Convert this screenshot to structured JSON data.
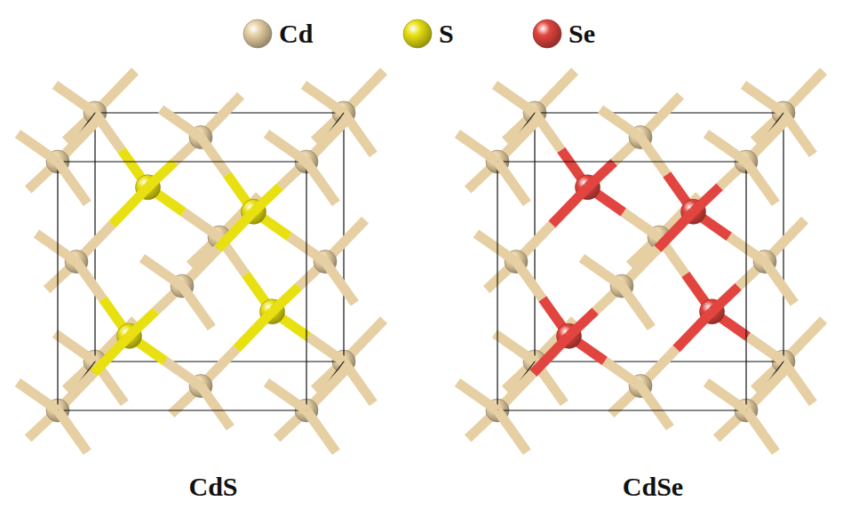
{
  "diagram": {
    "labels": [
      "CdS",
      "CdSe"
    ],
    "legend": [
      {
        "text": "Cd",
        "color": "#e6cfa3"
      },
      {
        "text": "S",
        "color": "#e8e010"
      },
      {
        "text": "Se",
        "color": "#e2453f"
      }
    ]
  }
}
